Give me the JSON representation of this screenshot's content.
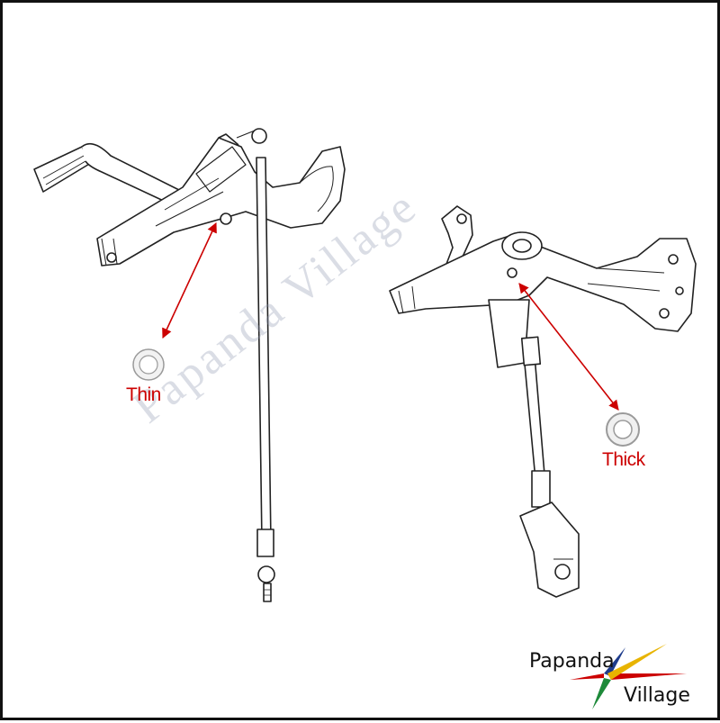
{
  "labels": {
    "thin": "Thin",
    "thick": "Thick"
  },
  "watermark": "Papanda Village",
  "logo": {
    "line1": "Papanda",
    "line2": "Village"
  },
  "colors": {
    "annotation": "#cc0000",
    "line_art": "#222222",
    "washer": "#9a9a9a",
    "background": "#ffffff"
  },
  "icons": [
    "washer-icon",
    "star-logo-icon"
  ]
}
